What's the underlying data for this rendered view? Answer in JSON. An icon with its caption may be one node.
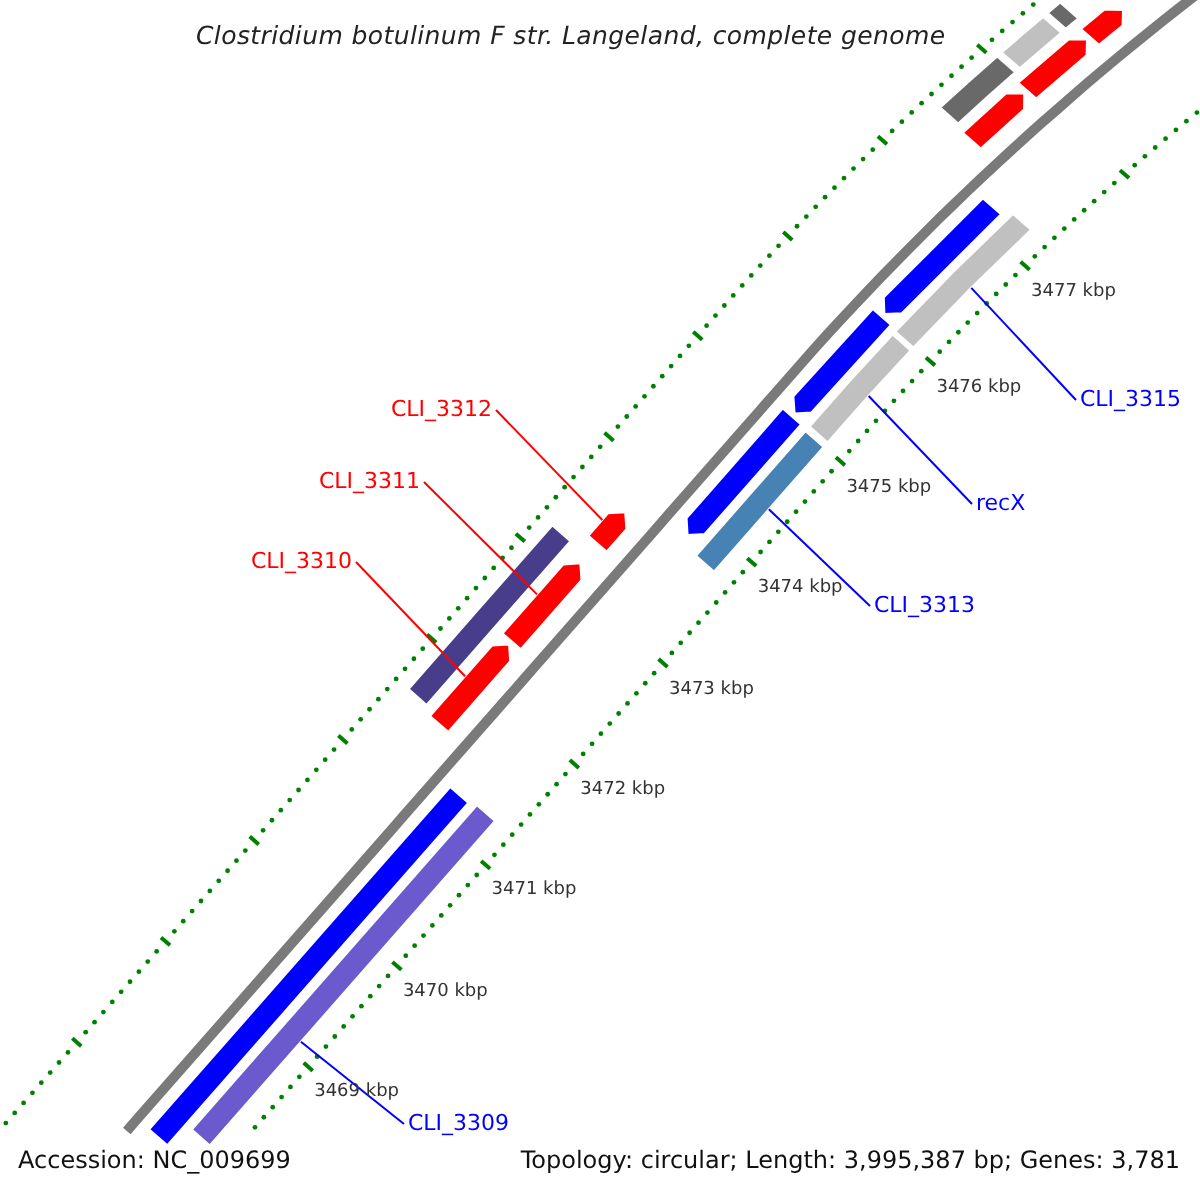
{
  "diagram": {
    "title": "Clostridium botulinum F str. Langeland, complete genome",
    "nodes": [
      {
        "text": [
          "CLI_3312"
        ]
      },
      {
        "text": [
          "CLI_3311"
        ]
      },
      {
        "text": [
          "CLI_3310"
        ]
      },
      {
        "text": [
          "CLI_3315"
        ]
      },
      {
        "text": [
          "recX"
        ]
      },
      {
        "text": [
          "CLI_3313"
        ]
      },
      {
        "text": [
          "CLI_3309"
        ]
      },
      {
        "text": [],
        "shape": "arrow"
      },
      {
        "text": [],
        "shape": "arrow"
      },
      {
        "text": [],
        "shape": "arrow"
      },
      {
        "text": [],
        "shape": "bar"
      },
      {
        "text": [],
        "shape": "bar"
      },
      {
        "text": [],
        "shape": "bar"
      },
      {
        "text": [],
        "shape": "bar"
      },
      {
        "text": [],
        "shape": "bar"
      },
      {
        "text": [],
        "shape": "bar"
      },
      {
        "text": [],
        "shape": "arrow"
      },
      {
        "text": [],
        "shape": "arrow"
      },
      {
        "text": [],
        "shape": "arrow"
      },
      {
        "text": [],
        "shape": "bar"
      },
      {
        "text": [],
        "shape": "bar"
      },
      {
        "text": [],
        "shape": "bar"
      },
      {
        "text": [],
        "shape": "arrow"
      },
      {
        "text": [],
        "shape": "arrow"
      },
      {
        "text": [],
        "shape": "arrow"
      }
    ],
    "edges": [
      {
        "from": 0,
        "to": 7,
        "arrow": "none",
        "color": "#ff0000"
      },
      {
        "from": 1,
        "to": 8,
        "arrow": "none",
        "color": "#ff0000"
      },
      {
        "from": 2,
        "to": 9,
        "arrow": "none",
        "color": "#ff0000"
      },
      {
        "from": 3,
        "to": 10,
        "arrow": "none"
      },
      {
        "from": 4,
        "to": 11,
        "arrow": "none"
      },
      {
        "from": 5,
        "to": 12,
        "arrow": "none"
      },
      {
        "from": 6,
        "to": 13,
        "arrow": "none"
      }
    ],
    "labels": [
      "3477 kbp",
      "3476 kbp",
      "3475 kbp",
      "3474 kbp",
      "3473 kbp",
      "3472 kbp",
      "3471 kbp",
      "3470 kbp",
      "3469 kbp",
      "Accession: NC_009699",
      "Topology: circular; Length: 3,995,387 bp; Genes: 3,781"
    ]
  }
}
